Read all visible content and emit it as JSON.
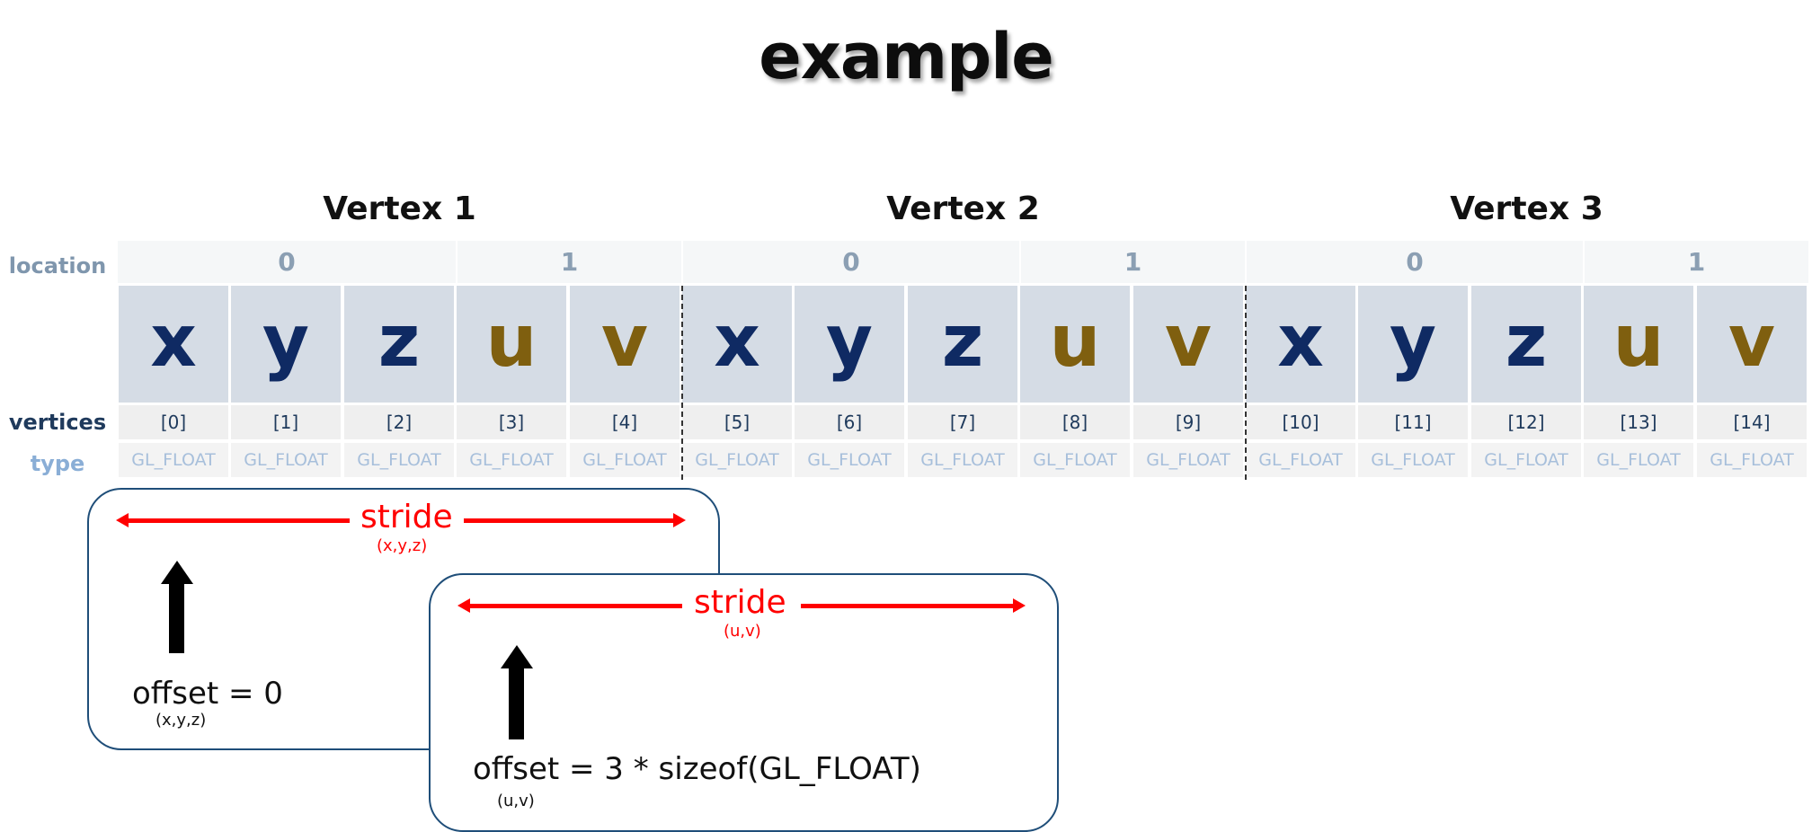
{
  "title": "example",
  "row_labels": {
    "location": "location",
    "vertices": "vertices",
    "type": "type"
  },
  "vertices": [
    {
      "title": "Vertex 1",
      "locations": [
        "0",
        "1"
      ]
    },
    {
      "title": "Vertex 2",
      "locations": [
        "0",
        "1"
      ]
    },
    {
      "title": "Vertex 3",
      "locations": [
        "0",
        "1"
      ]
    }
  ],
  "components": [
    "x",
    "y",
    "z",
    "u",
    "v",
    "x",
    "y",
    "z",
    "u",
    "v",
    "x",
    "y",
    "z",
    "u",
    "v"
  ],
  "indices": [
    "[0]",
    "[1]",
    "[2]",
    "[3]",
    "[4]",
    "[5]",
    "[6]",
    "[7]",
    "[8]",
    "[9]",
    "[10]",
    "[11]",
    "[12]",
    "[13]",
    "[14]"
  ],
  "types": [
    "GL_FLOAT",
    "GL_FLOAT",
    "GL_FLOAT",
    "GL_FLOAT",
    "GL_FLOAT",
    "GL_FLOAT",
    "GL_FLOAT",
    "GL_FLOAT",
    "GL_FLOAT",
    "GL_FLOAT",
    "GL_FLOAT",
    "GL_FLOAT",
    "GL_FLOAT",
    "GL_FLOAT",
    "GL_FLOAT"
  ],
  "colors": {
    "position_component": "#0f2a63",
    "texcoord_component": "#7f5f0f",
    "stride": "#ff0000",
    "box_border": "#1f4e79"
  },
  "boxes": [
    {
      "stride_label": "stride",
      "stride_sub": "(x,y,z)",
      "offset_label": "offset",
      "offset_value": "= 0",
      "offset_sub": "(x,y,z)"
    },
    {
      "stride_label": "stride",
      "stride_sub": "(u,v)",
      "offset_label": "offset",
      "offset_value": "= 3 * sizeof(GL_FLOAT)",
      "offset_sub": "(u,v)"
    }
  ]
}
